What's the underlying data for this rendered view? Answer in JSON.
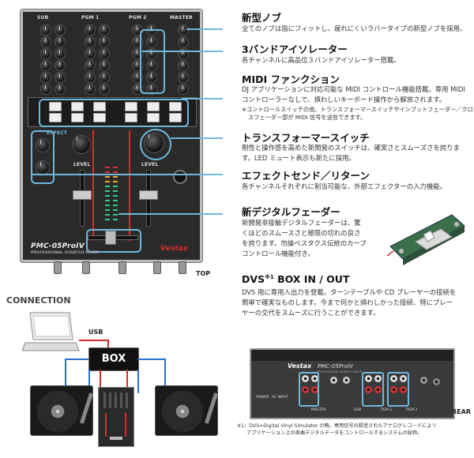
{
  "features": [
    {
      "title": "新型ノブ",
      "body": "全てのノブは指にフィットし、疲れにくいラバータイプの新型ノブを採用。"
    },
    {
      "title": "3バンドアイソレーター",
      "body": "各チャンネルに高品位３バンドアイソレーター搭載。"
    },
    {
      "title": "MIDI ファンクション",
      "body_lines": [
        "DJ アプリケーションに対応可能な MIDI コントロール機能搭載。専用 MIDI",
        "コントローラーなしで、煩わしいキーボード操作から解放されます。"
      ],
      "note_lines": [
        "※コントロールスイッチの他、トランスフォーマースイッチやインプットフェーダー／クロ",
        "スフェーダー部が MIDI 信号を送信できます。"
      ]
    },
    {
      "title": "トランスフォーマースイッチ",
      "body_lines": [
        "剛性と操作感を高めた新開発のスイッチは、確実さとスムーズさを誇りま",
        "す。LED ミュート表示も新たに採用。"
      ]
    },
    {
      "title": "エフェクトセンド／リターン",
      "body": "各チャンネルそれぞれに割当可能な、外部エフェクターの入力機能。"
    },
    {
      "title": "新デジタルフェーダー",
      "body_lines": [
        "新開発非接触デジタルフェーダーは、驚",
        "くほどのスムースさと極限の切れの良さ",
        "を誇ります。勿論ベスタクス伝統のカーブ",
        "コントロール機能付き。"
      ]
    }
  ],
  "dvs": {
    "title": "DVS",
    "sup": "※1",
    "title_rest": " BOX IN / OUT",
    "body_lines": [
      "DVS 用に専用入出力を登載。ターンテーブルや CD プレーヤーの接続を",
      "簡単で確実なものします。今まで何かと煩わしかった接続、特にプレー",
      "ヤーの交代をスムーズに行うことができます。"
    ]
  },
  "footnote_lines": [
    "※1：DVS=Digital Vinyl Simulator の略。専用信号の録音されたアナログレコードによリ",
    "アプリケーション上の楽曲デジタルデータをコントロールするシステムの総称。"
  ],
  "mixer": {
    "ch_labels": [
      "SUB",
      "PGM 1",
      "PGM 2",
      "MASTER"
    ],
    "effect_label": "EFFECT",
    "model": "PMC-05ProIV",
    "subtitle": "PROFESSIONAL SCRATCH MIXER",
    "brand": "Vestax",
    "level_label": "LEVEL"
  },
  "top_label": "TOP",
  "rear_label": "REAR",
  "rear": {
    "brand": "Vestax",
    "model": "PMC-05ProIV",
    "sub": "PROFESSIONAL SCRATCH MIXER",
    "labels": [
      "POWER",
      "AC INPUT",
      "MASTER",
      "SUB",
      "PGM 1",
      "PGM 2"
    ]
  },
  "connection": {
    "title": "CONNECTION",
    "usb": "USB",
    "box": "BOX"
  },
  "colors": {
    "accent": "#6fb8dd",
    "red": "#d92b2b",
    "blue": "#2a6fd0"
  }
}
